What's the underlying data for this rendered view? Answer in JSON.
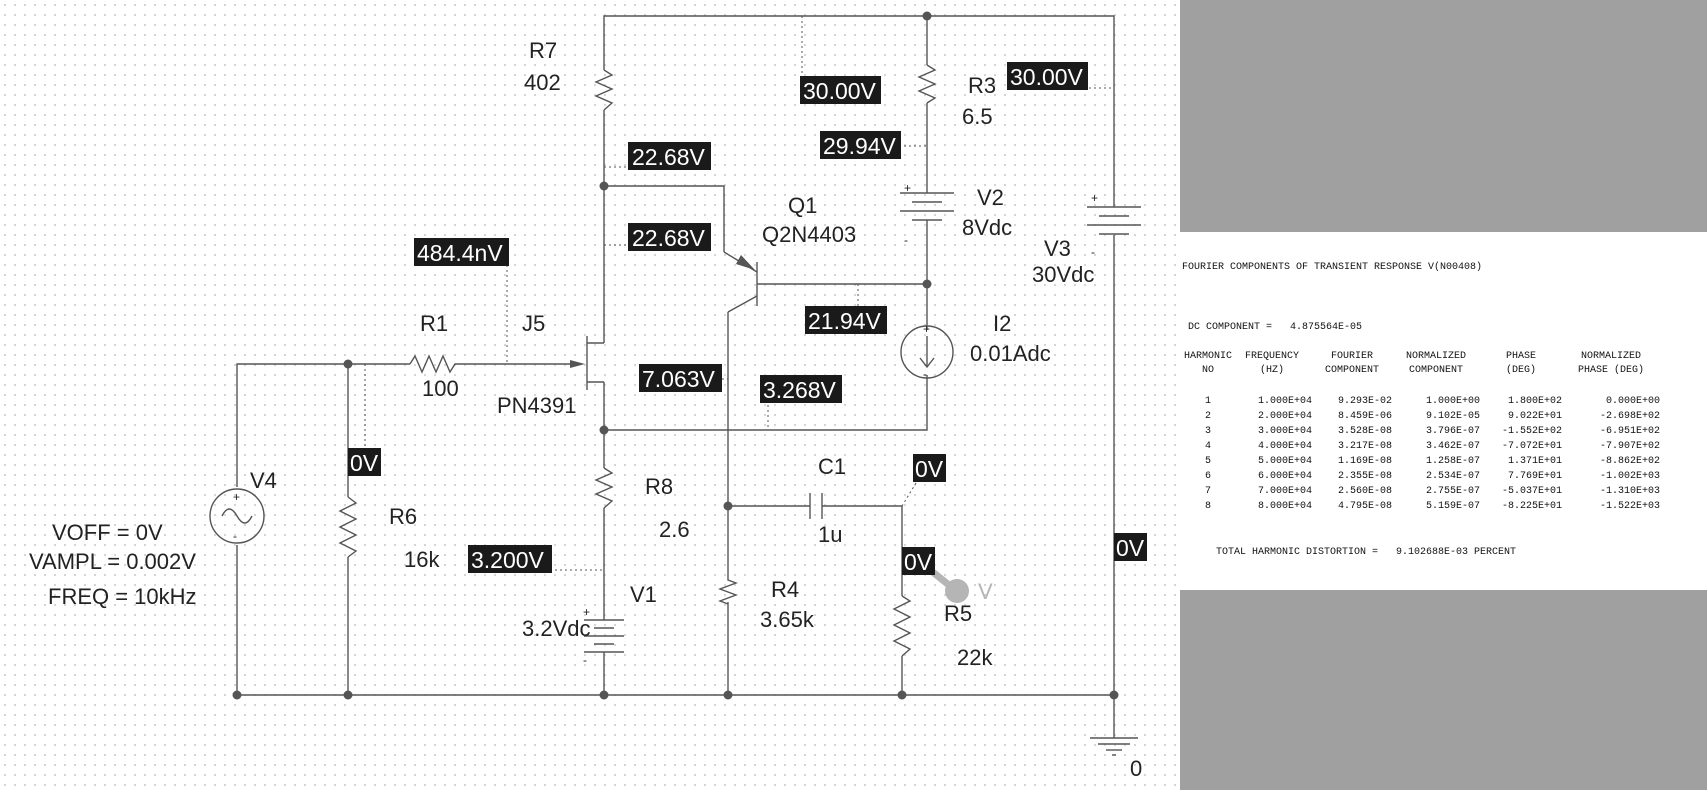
{
  "schematic": {
    "components": {
      "r7": {
        "ref": "R7",
        "value": "402"
      },
      "r3": {
        "ref": "R3",
        "value": "6.5"
      },
      "q1": {
        "ref": "Q1",
        "value": "Q2N4403"
      },
      "v2": {
        "ref": "V2",
        "value": "8Vdc"
      },
      "v3": {
        "ref": "V3",
        "value": "30Vdc"
      },
      "i2": {
        "ref": "I2",
        "value": "0.01Adc"
      },
      "r1": {
        "ref": "R1",
        "value": "100"
      },
      "j5": {
        "ref": "J5",
        "value": "PN4391"
      },
      "v4": {
        "ref": "V4",
        "params": [
          "VOFF = 0V",
          "VAMPL = 0.002V",
          "FREQ = 10kHz"
        ]
      },
      "r6": {
        "ref": "R6",
        "value": "16k"
      },
      "r8": {
        "ref": "R8",
        "value": "2.6"
      },
      "c1": {
        "ref": "C1",
        "value": "1u"
      },
      "v1": {
        "ref": "V1",
        "value": "3.2Vdc"
      },
      "r4": {
        "ref": "R4",
        "value": "3.65k"
      },
      "r5": {
        "ref": "R5",
        "value": "22k"
      },
      "ground": {
        "label": "0"
      }
    },
    "voltage_markers": [
      "30.00V",
      "30.00V",
      "29.94V",
      "22.68V",
      "22.68V",
      "484.4nV",
      "21.94V",
      "7.063V",
      "3.268V",
      "0V",
      "0V",
      "0V",
      "3.200V",
      "0V"
    ],
    "probe_label": "V",
    "polarity": {
      "plus": "+",
      "minus": "-"
    }
  },
  "output": {
    "title": "FOURIER COMPONENTS OF TRANSIENT RESPONSE V(N00408)",
    "dc_component": "DC COMPONENT =   4.875564E-05",
    "headers": [
      [
        "HARMONIC",
        "NO"
      ],
      [
        "FREQUENCY",
        "(HZ)"
      ],
      [
        "FOURIER",
        "COMPONENT"
      ],
      [
        "NORMALIZED",
        "COMPONENT"
      ],
      [
        "PHASE",
        "(DEG)"
      ],
      [
        "NORMALIZED",
        "PHASE (DEG)"
      ]
    ],
    "rows": [
      [
        "1",
        "1.000E+04",
        "9.293E-02",
        "1.000E+00",
        "1.800E+02",
        "0.000E+00"
      ],
      [
        "2",
        "2.000E+04",
        "8.459E-06",
        "9.102E-05",
        "9.022E+01",
        "-2.698E+02"
      ],
      [
        "3",
        "3.000E+04",
        "3.528E-08",
        "3.796E-07",
        "-1.552E+02",
        "-6.951E+02"
      ],
      [
        "4",
        "4.000E+04",
        "3.217E-08",
        "3.462E-07",
        "-7.072E+01",
        "-7.907E+02"
      ],
      [
        "5",
        "5.000E+04",
        "1.169E-08",
        "1.258E-07",
        "1.371E+01",
        "-8.862E+02"
      ],
      [
        "6",
        "6.000E+04",
        "2.355E-08",
        "2.534E-07",
        "7.769E+01",
        "-1.002E+03"
      ],
      [
        "7",
        "7.000E+04",
        "2.560E-08",
        "2.755E-07",
        "-5.037E+01",
        "-1.310E+03"
      ],
      [
        "8",
        "8.000E+04",
        "4.795E-08",
        "5.159E-07",
        "-8.225E+01",
        "-1.522E+03"
      ]
    ],
    "thd": "TOTAL HARMONIC DISTORTION =   9.102688E-03 PERCENT"
  }
}
